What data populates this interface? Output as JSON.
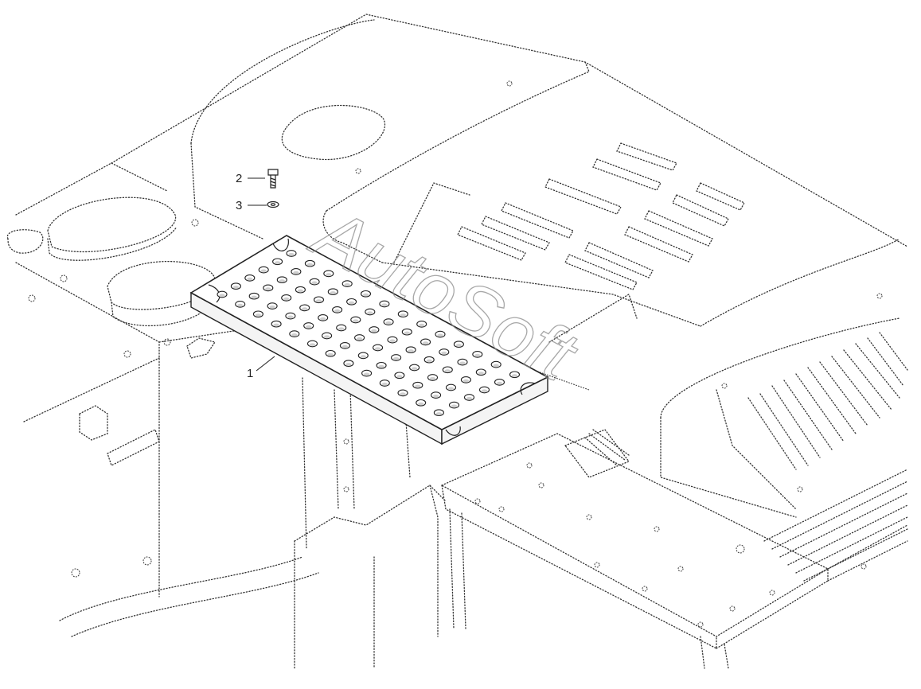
{
  "diagram": {
    "callouts": [
      {
        "id": "1",
        "label": "1"
      },
      {
        "id": "2",
        "label": "2"
      },
      {
        "id": "3",
        "label": "3"
      }
    ],
    "watermark": "AutoSoft"
  }
}
